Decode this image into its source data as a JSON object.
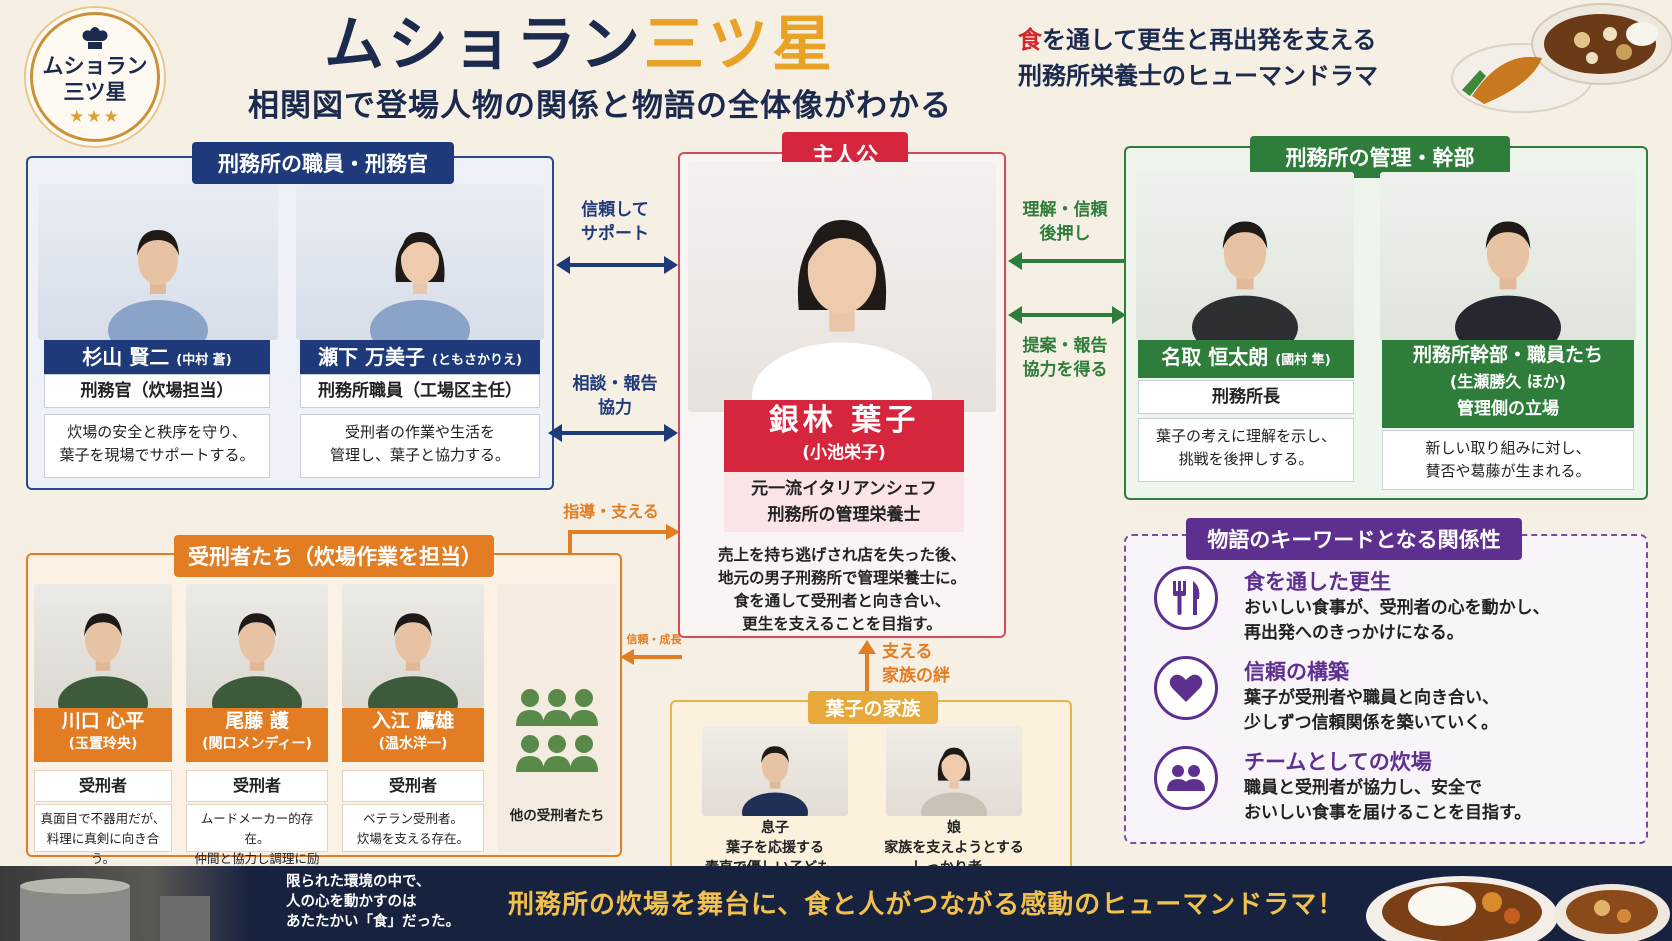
{
  "header": {
    "logo_line1": "ムショラン",
    "logo_line2": "三ツ星",
    "logo_stars": "★★★",
    "title_part1": "ムショラン",
    "title_part2": "三ツ星",
    "subtitle": "相関図で登場人物の関係と物語の全体像がわかる",
    "tagline_accent": "食",
    "tagline_line1_rest": "を通して更生と再出発を支える",
    "tagline_line2": "刑務所栄養士のヒューマンドラマ"
  },
  "staff": {
    "title": "刑務所の職員・刑務官",
    "members": [
      {
        "name": "杉山 賢二",
        "actor": "(中村 蒼)",
        "role": "刑務官（炊場担当）",
        "desc1": "炊場の安全と秩序を守り、",
        "desc2": "葉子を現場でサポートする。"
      },
      {
        "name": "瀬下 万美子",
        "actor": "(ともさかりえ)",
        "role": "刑務所職員（工場区主任）",
        "desc1": "受刑者の作業や生活を",
        "desc2": "管理し、葉子と協力する。"
      }
    ]
  },
  "protagonist": {
    "label": "主人公",
    "name": "銀林 葉子",
    "actor": "(小池栄子)",
    "role1": "元一流イタリアンシェフ",
    "role2": "刑務所の管理栄養士",
    "desc1": "売上を持ち逃げされ店を失った後、",
    "desc2": "地元の男子刑務所で管理栄養士に。",
    "desc3": "食を通して受刑者と向き合い、",
    "desc4": "更生を支えることを目指す。"
  },
  "arrows": {
    "staff_top1": "信頼して",
    "staff_top2": "サポート",
    "staff_bottom1": "相談・報告",
    "staff_bottom2": "協力",
    "mgmt_top1": "理解・信頼",
    "mgmt_top2": "後押し",
    "mgmt_bottom1": "提案・報告",
    "mgmt_bottom2": "協力を得る",
    "inmate_guide": "指導・支える",
    "inmate_trust": "信頼・成長",
    "family1": "支える",
    "family2": "家族の絆"
  },
  "management": {
    "title": "刑務所の管理・幹部",
    "warden": {
      "name": "名取 恒太朗",
      "actor": "(國村 隼)",
      "role": "刑務所長",
      "desc1": "葉子の考えに理解を示し、",
      "desc2": "挑戦を後押しする。"
    },
    "execs": {
      "name1": "刑務所幹部・職員たち",
      "name2": "(生瀬勝久 ほか)",
      "role": "管理側の立場",
      "desc1": "新しい取り組みに対し、",
      "desc2": "賛否や葛藤が生まれる。"
    }
  },
  "inmates": {
    "title": "受刑者たち（炊場作業を担当）",
    "members": [
      {
        "name": "川口 心平",
        "actor": "(玉置玲央)",
        "role": "受刑者",
        "desc1": "真面目で不器用だが、",
        "desc2": "料理に真剣に向き合う。"
      },
      {
        "name": "尾藤 護",
        "actor": "(関口メンディー)",
        "role": "受刑者",
        "desc1": "ムードメーカー的存在。",
        "desc2": "仲間と協力し調理に励む。"
      },
      {
        "name": "入江 鷹雄",
        "actor": "(温水洋一)",
        "role": "受刑者",
        "desc1": "ベテラン受刑者。",
        "desc2": "炊場を支える存在。"
      }
    ],
    "others": "他の受刑者たち"
  },
  "family": {
    "title": "葉子の家族",
    "son": {
      "label": "息子",
      "desc1": "葉子を応援する",
      "desc2": "素直で優しい子ども。"
    },
    "daughter": {
      "label": "娘",
      "desc1": "家族を支えようとする",
      "desc2": "しっかり者。"
    }
  },
  "keywords": {
    "title": "物語のキーワードとなる関係性",
    "items": [
      {
        "icon": "fork-knife-icon",
        "heading": "食を通した更生",
        "text1": "おいしい食事が、受刑者の心を動かし、",
        "text2": "再出発へのきっかけになる。"
      },
      {
        "icon": "heart-icon",
        "heading": "信頼の構築",
        "text1": "葉子が受刑者や職員と向き合い、",
        "text2": "少しずつ信頼関係を築いていく。"
      },
      {
        "icon": "team-icon",
        "heading": "チームとしての炊場",
        "text1": "職員と受刑者が協力し、安全で",
        "text2": "おいしい食事を届けることを目指す。"
      }
    ]
  },
  "footer": {
    "quote1": "限られた環境の中で、",
    "quote2": "人の心を動かすのは",
    "quote3": "あたたかい「食」だった。",
    "main": "刑務所の炊場を舞台に、食と人がつながる感動のヒューマンドラマ！"
  },
  "colors": {
    "navy": "#1b2a4d",
    "gold": "#e8a226",
    "red": "#d6263d",
    "staff_blue": "#1e3a7a",
    "mgmt_green": "#2f7d3b",
    "inmate_orange": "#e27d24",
    "keyword_purple": "#5d2f8f"
  }
}
